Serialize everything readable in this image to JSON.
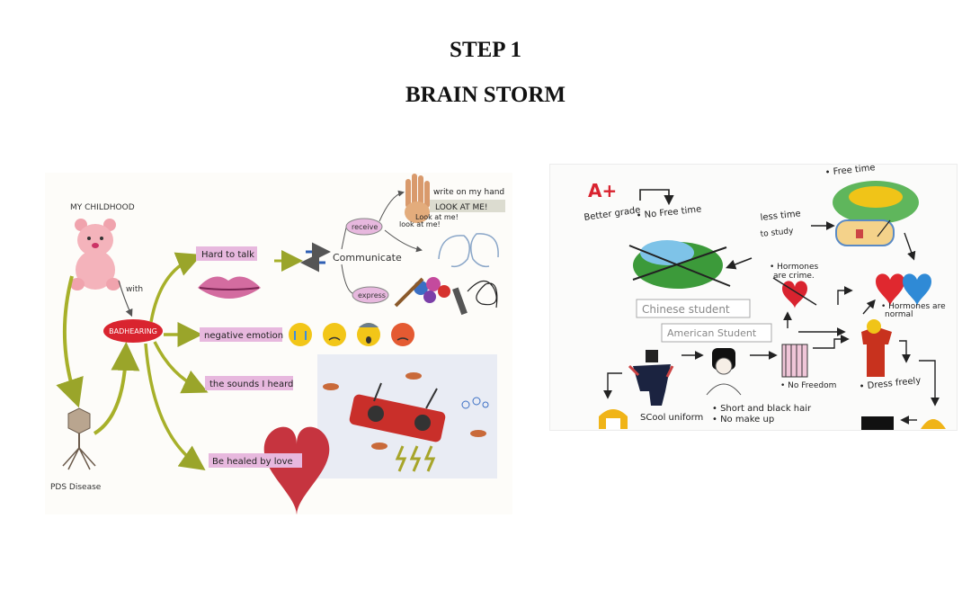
{
  "header": {
    "step": "STEP 1",
    "title": "BRAIN STORM"
  },
  "left": {
    "childhood": "MY CHILDHOOD",
    "with": "with",
    "badhearing": "BADHEARING",
    "disease": "PDS Disease",
    "hard_to_talk": "Hard to talk",
    "communicate": "Communicate",
    "receive": "receive",
    "express": "express",
    "write_on_hand": "write on my hand",
    "look_at_me_1": "LOOK AT ME!",
    "look_at_me_2": "Look at me!",
    "look_at_me_3": "look at me!",
    "negative_emotion": "negative emotion",
    "sounds_heard": "the sounds I heard",
    "healed_by_love": "Be healed by love"
  },
  "right": {
    "a_plus": "A+",
    "better_grade": "Better grade",
    "no_free_time": "• No Free time",
    "free_time": "• Free time",
    "less_time": "less time",
    "to_study": "to study",
    "hormones_crime_1": "• Hormones",
    "hormones_crime_2": "are crime.",
    "hormones_normal_1": "• Hormones are",
    "hormones_normal_2": "normal",
    "chinese_student": "Chinese student",
    "american_student": "American Student",
    "no_freedom": "• No Freedom",
    "dress_freely": "• Dress freely",
    "school_uniform": "SCool uniform",
    "short_hair_1": "• Short and black hair",
    "short_hair_2": "• No make up"
  }
}
